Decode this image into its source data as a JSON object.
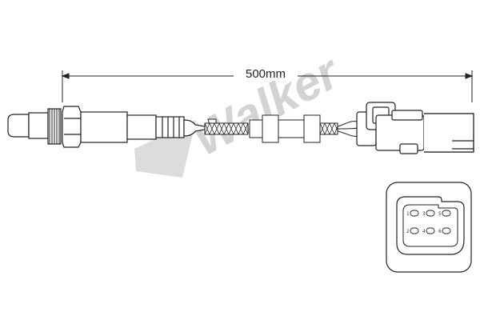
{
  "dimension": {
    "label": "500mm"
  },
  "watermark": {
    "text": "Walker"
  },
  "connector_pins": {
    "top": [
      "1",
      "3",
      "5"
    ],
    "bottom": [
      "2",
      "4",
      "6"
    ]
  },
  "colors": {
    "line": "#222222",
    "watermark": "#d6d6d6"
  }
}
